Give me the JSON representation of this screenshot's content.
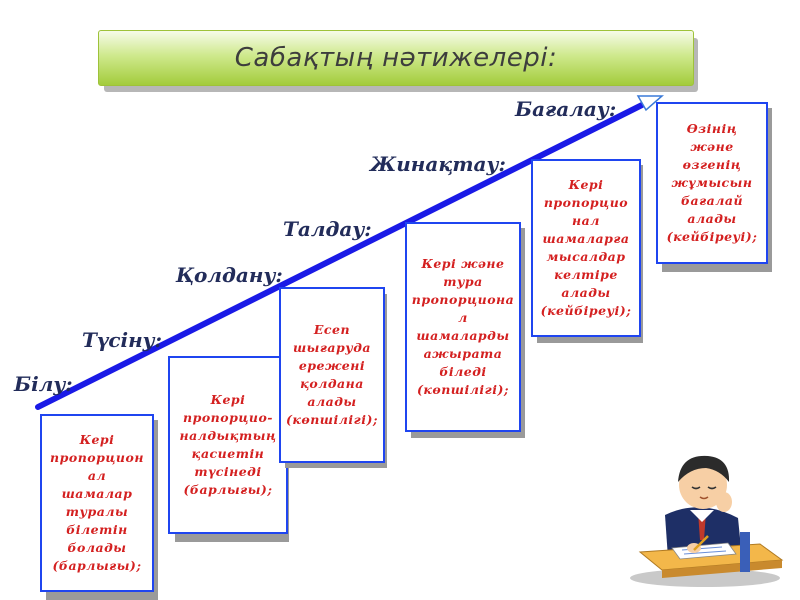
{
  "title": "Сабақтың нәтижелері:",
  "stages": [
    {
      "label": "Білу:"
    },
    {
      "label": "Түсіну:"
    },
    {
      "label": "Қолдану:"
    },
    {
      "label": "Талдау:"
    },
    {
      "label": "Жинақтау:"
    },
    {
      "label": "Бағалау:"
    }
  ],
  "cards": [
    {
      "text": "Кері\nпропорцион\nал\nшамалар\nтуралы\nбілетін\nболады\n(барлығы);"
    },
    {
      "text": "Кері\nпропорцио-\nналдықтың\nқасиетін\nтүсінеді\n(барлығы);"
    },
    {
      "text": "Есеп\nшығаруда\nережені\nқолдана\nалады\n(көпшілігі);"
    },
    {
      "text": "Кері және\nтура\nпропорциона\nл\nшамаларды\nажырата\nбіледі\n(көпшілігі);"
    },
    {
      "text": "Кері\nпропорцио\nнал\nшамаларға\nмысалдар\nкелтіре\nалады\n(кейбіреуі);"
    },
    {
      "text": "Өзінің\nжәне\nөзгенің\nжұмысын\nбағалай\nалады\n(кейбіреуі);"
    }
  ],
  "colors": {
    "arrow": "#1a1ae6",
    "card_border": "#1f45f0",
    "card_text": "#d42020",
    "stage_text": "#222c5a",
    "banner": "#a3cc3c"
  },
  "icons": {
    "student": "student-writing-clipart"
  }
}
